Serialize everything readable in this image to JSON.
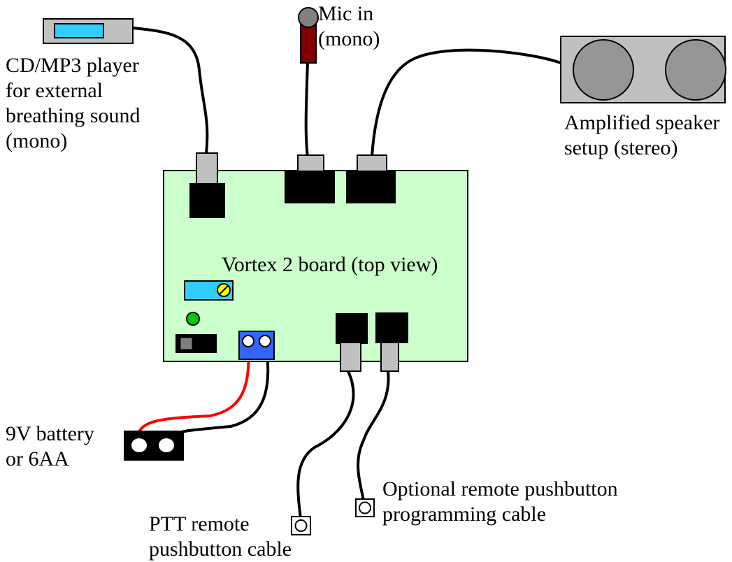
{
  "labels": {
    "cd_player": [
      "CD/MP3 player",
      "for external",
      "breathing sound",
      "(mono)"
    ],
    "mic": [
      "Mic in",
      "(mono)"
    ],
    "speaker": [
      "Amplified speaker",
      "setup (stereo)"
    ],
    "board": "Vortex 2 board (top view)",
    "battery": [
      "9V battery",
      "or 6AA"
    ],
    "ptt": [
      "PTT remote",
      "pushbutton cable"
    ],
    "optional": [
      "Optional remote pushbutton",
      "programming cable"
    ]
  },
  "colors": {
    "board": "#ccffcc",
    "device_gray": "#c0c0c0",
    "screen_blue": "#33ccff",
    "mic_body": "#800000",
    "mic_head": "#808080",
    "speaker_cone": "#969696",
    "terminal_blue": "#3366ff",
    "led_green": "#00cc00",
    "trimmer_yellow": "#ffff00",
    "wire_red": "#ff0000",
    "wire_black": "#000000"
  }
}
